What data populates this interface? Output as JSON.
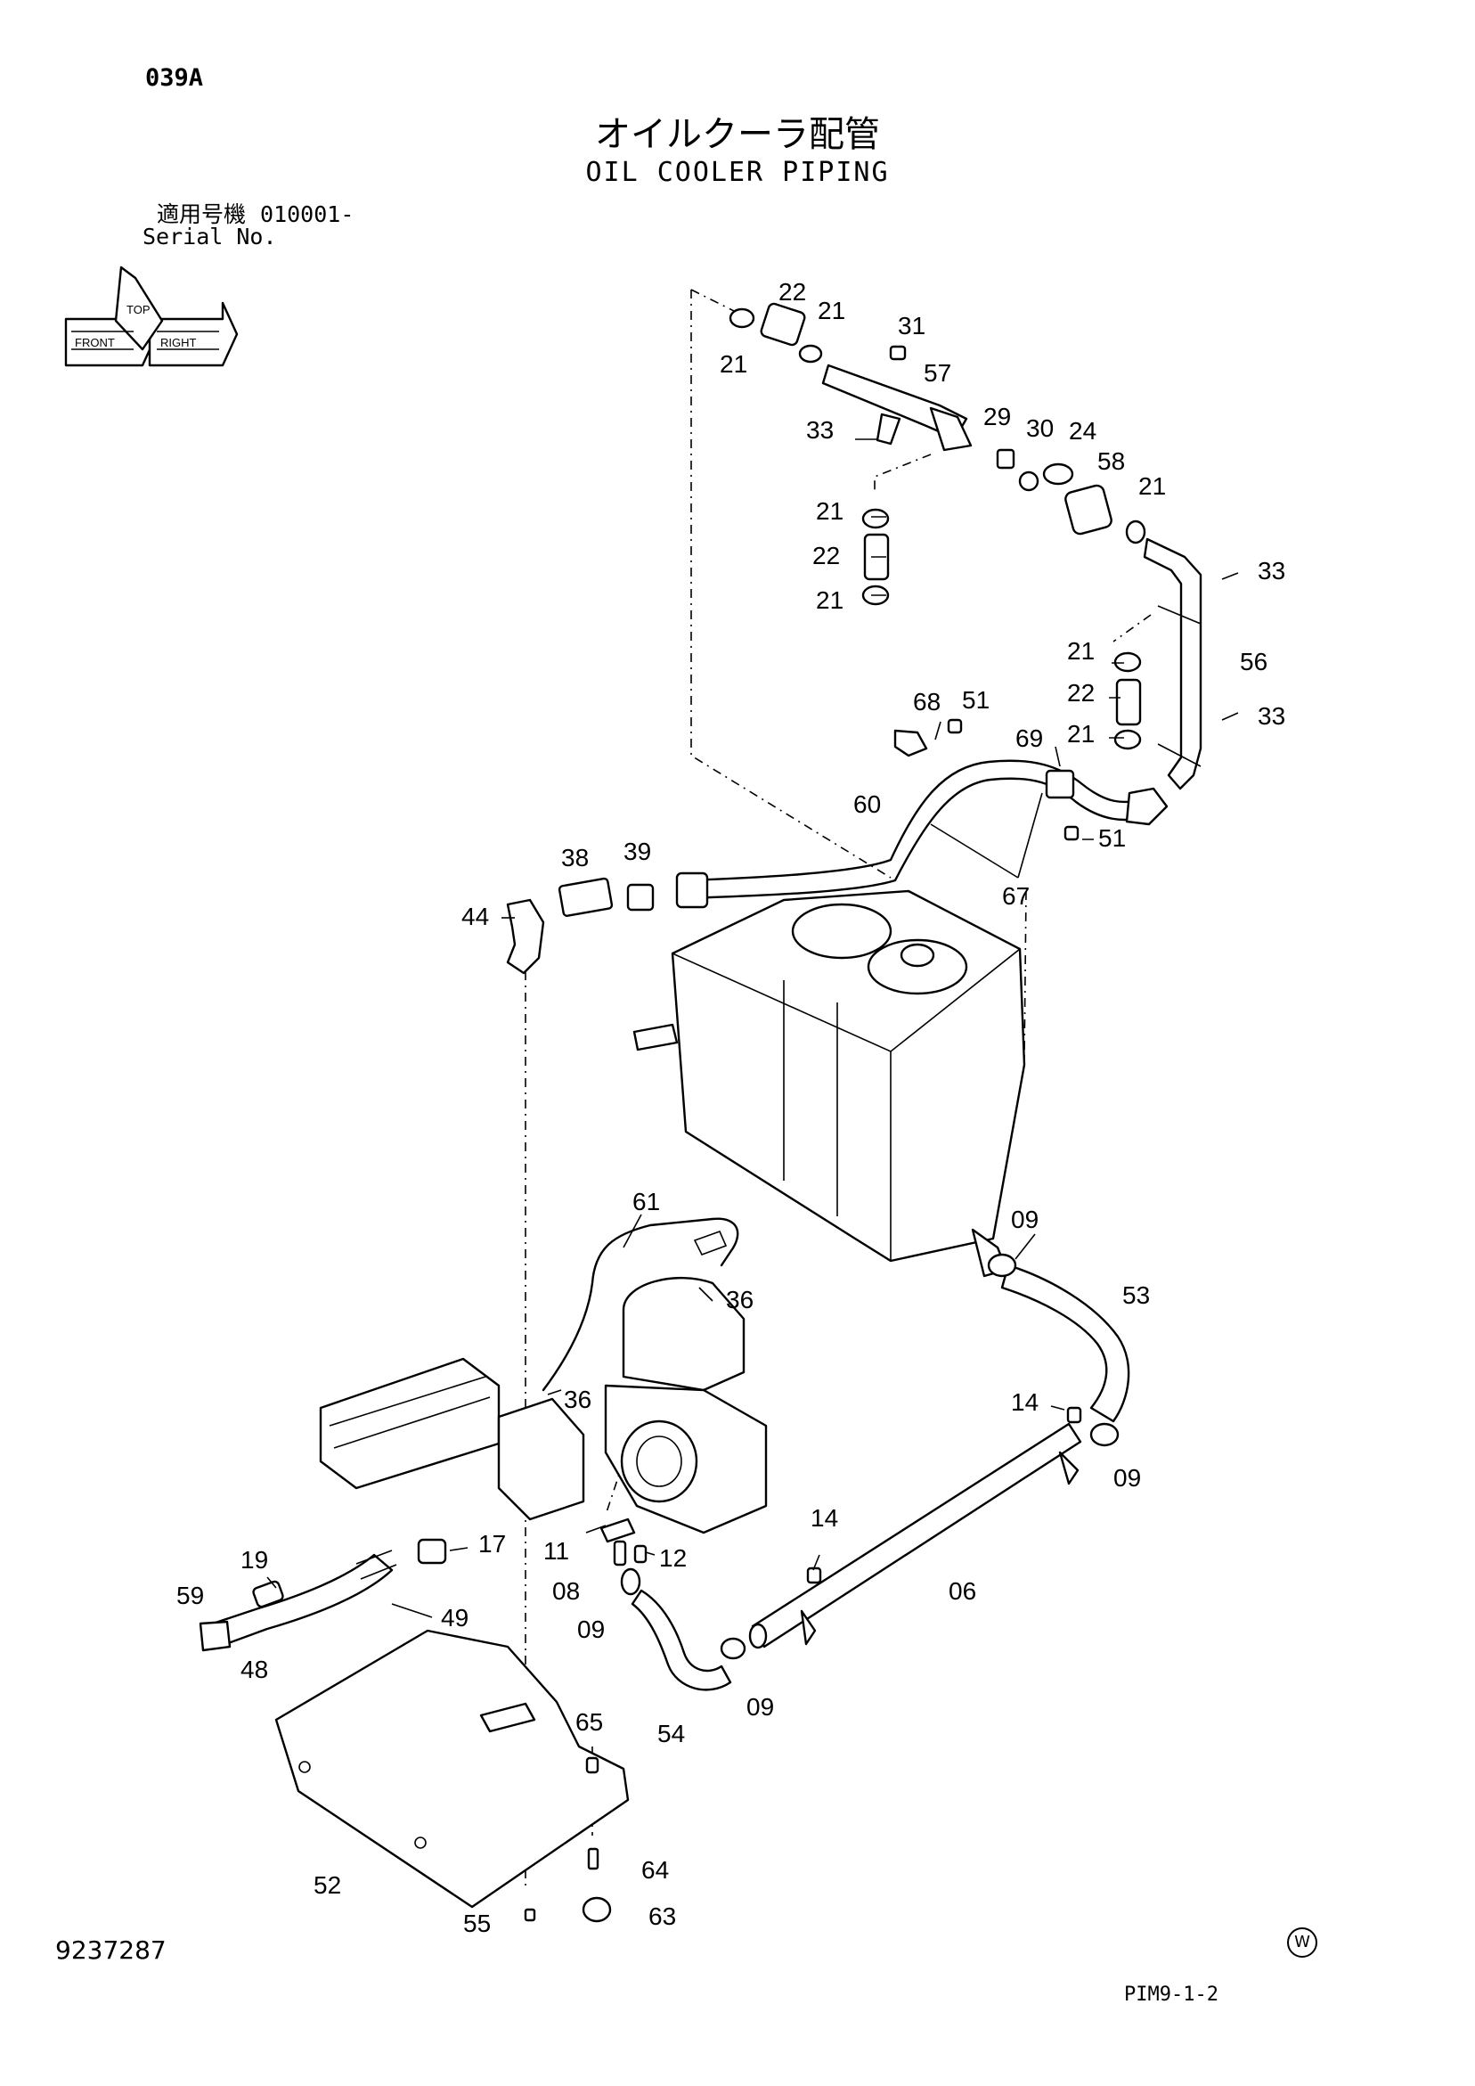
{
  "header": {
    "page_code": "039A",
    "title_jp": "オイルクーラ配管",
    "title_en": "OIL COOLER PIPING",
    "serial_label_jp": "適用号機",
    "serial_value": "010001-",
    "serial_label_en": "Serial No."
  },
  "orientation": {
    "top": "TOP",
    "front": "FRONT",
    "right": "RIGHT"
  },
  "callouts": {
    "c21a": "21",
    "c22a": "22",
    "c21b": "21",
    "c31": "31",
    "c57": "57",
    "c33a": "33",
    "c29": "29",
    "c30": "30",
    "c24": "24",
    "c58": "58",
    "c21c": "21",
    "c21d": "21",
    "c22b": "22",
    "c21e": "21",
    "c33b": "33",
    "c56": "56",
    "c21f": "21",
    "c22c": "22",
    "c21g": "21",
    "c33c": "33",
    "c68": "68",
    "c51a": "51",
    "c69": "69",
    "c51b": "51",
    "c60": "60",
    "c38": "38",
    "c39": "39",
    "c67": "67",
    "c44": "44",
    "c61": "61",
    "c09a": "09",
    "c36a": "36",
    "c53": "53",
    "c36b": "36",
    "c14a": "14",
    "c09b": "09",
    "c17": "17",
    "c11": "11",
    "c12": "12",
    "c14b": "14",
    "c19": "19",
    "c59": "59",
    "c49": "49",
    "c08": "08",
    "c09c": "09",
    "c06": "06",
    "c48": "48",
    "c54": "54",
    "c09d": "09",
    "c65": "65",
    "c64": "64",
    "c52": "52",
    "c55": "55",
    "c63": "63"
  },
  "footer": {
    "doc_no": "9237287",
    "fig_code": "PIM9-1-2",
    "mark": "W"
  }
}
